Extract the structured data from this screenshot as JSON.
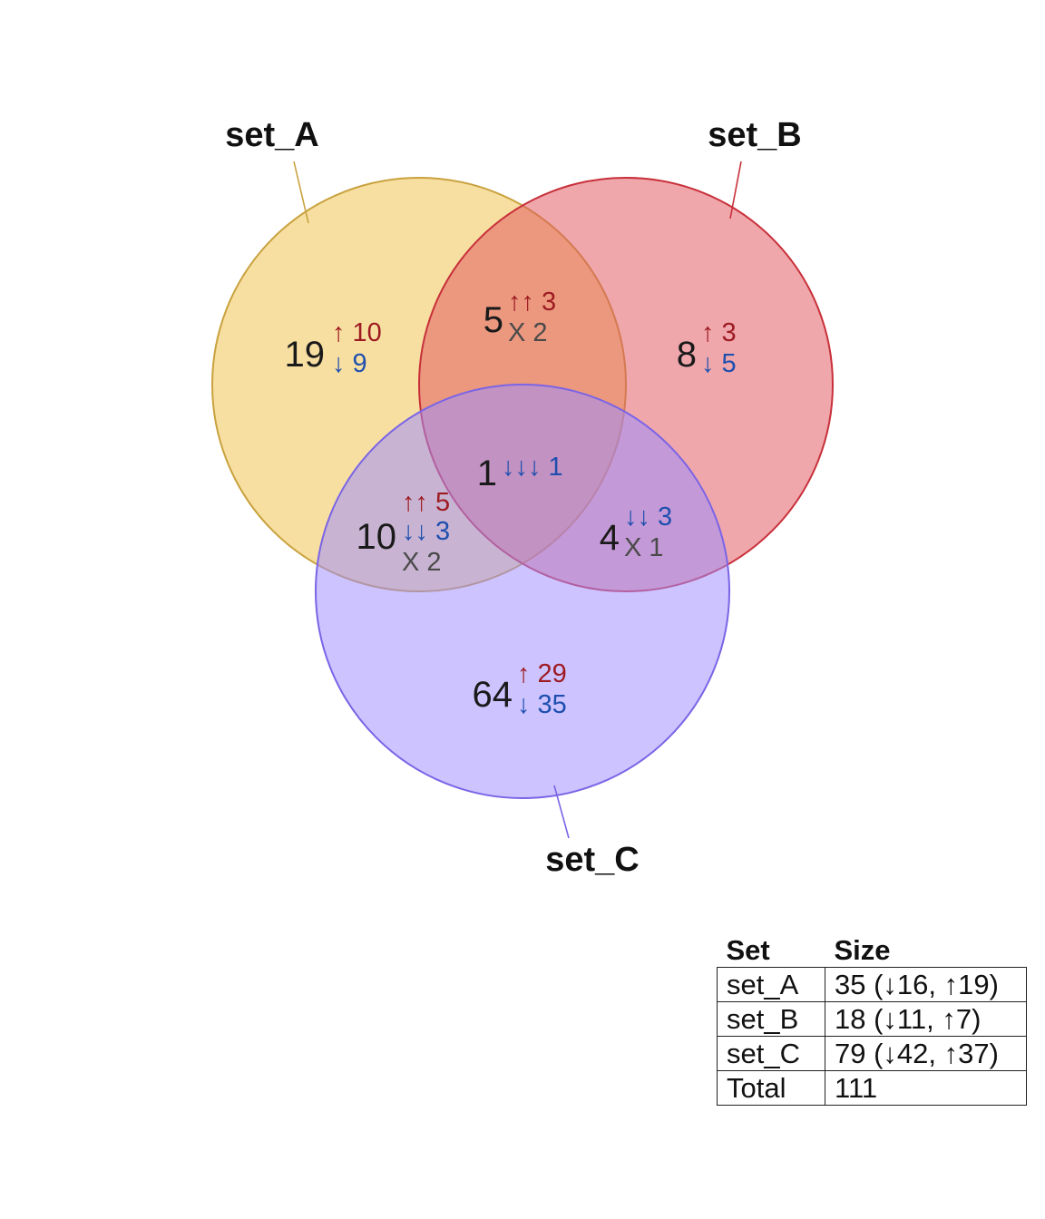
{
  "sets": [
    {
      "name": "set_A",
      "fill": "#f0c14b",
      "stroke": "#c9a23f"
    },
    {
      "name": "set_B",
      "fill": "#e0575f",
      "stroke": "#c8303a"
    },
    {
      "name": "set_C",
      "fill": "#9d8cff",
      "stroke": "#7a64e6"
    }
  ],
  "colors": {
    "up": "#9e1b22",
    "down": "#1f4fae",
    "mixed": "#4a4a4a"
  },
  "regions": {
    "a_only": {
      "count": "19",
      "lines": [
        {
          "kind": "up",
          "sym": "↑",
          "val": "10"
        },
        {
          "kind": "down",
          "sym": "↓",
          "val": "9"
        }
      ]
    },
    "ab": {
      "count": "5",
      "lines": [
        {
          "kind": "up",
          "sym": "↑↑",
          "val": "3"
        },
        {
          "kind": "mixed",
          "sym": "X",
          "val": "2"
        }
      ]
    },
    "b_only": {
      "count": "8",
      "lines": [
        {
          "kind": "up",
          "sym": "↑",
          "val": "3"
        },
        {
          "kind": "down",
          "sym": "↓",
          "val": "5"
        }
      ]
    },
    "abc": {
      "count": "1",
      "lines": [
        {
          "kind": "down",
          "sym": "↓↓↓",
          "val": "1"
        }
      ]
    },
    "ac": {
      "count": "10",
      "lines": [
        {
          "kind": "up",
          "sym": "↑↑",
          "val": "5"
        },
        {
          "kind": "down",
          "sym": "↓↓",
          "val": "3"
        },
        {
          "kind": "mixed",
          "sym": "X",
          "val": "2"
        }
      ]
    },
    "bc": {
      "count": "4",
      "lines": [
        {
          "kind": "down",
          "sym": "↓↓",
          "val": "3"
        },
        {
          "kind": "mixed",
          "sym": "X",
          "val": "1"
        }
      ]
    },
    "c_only": {
      "count": "64",
      "lines": [
        {
          "kind": "up",
          "sym": "↑",
          "val": "29"
        },
        {
          "kind": "down",
          "sym": "↓",
          "val": "35"
        }
      ]
    }
  },
  "table": {
    "headers": [
      "Set",
      "Size"
    ],
    "rows": [
      [
        "set_A",
        "35 (↓16, ↑19)"
      ],
      [
        "set_B",
        "18 (↓11, ↑7)"
      ],
      [
        "set_C",
        "79 (↓42, ↑37)"
      ],
      [
        "Total",
        "111"
      ]
    ]
  }
}
